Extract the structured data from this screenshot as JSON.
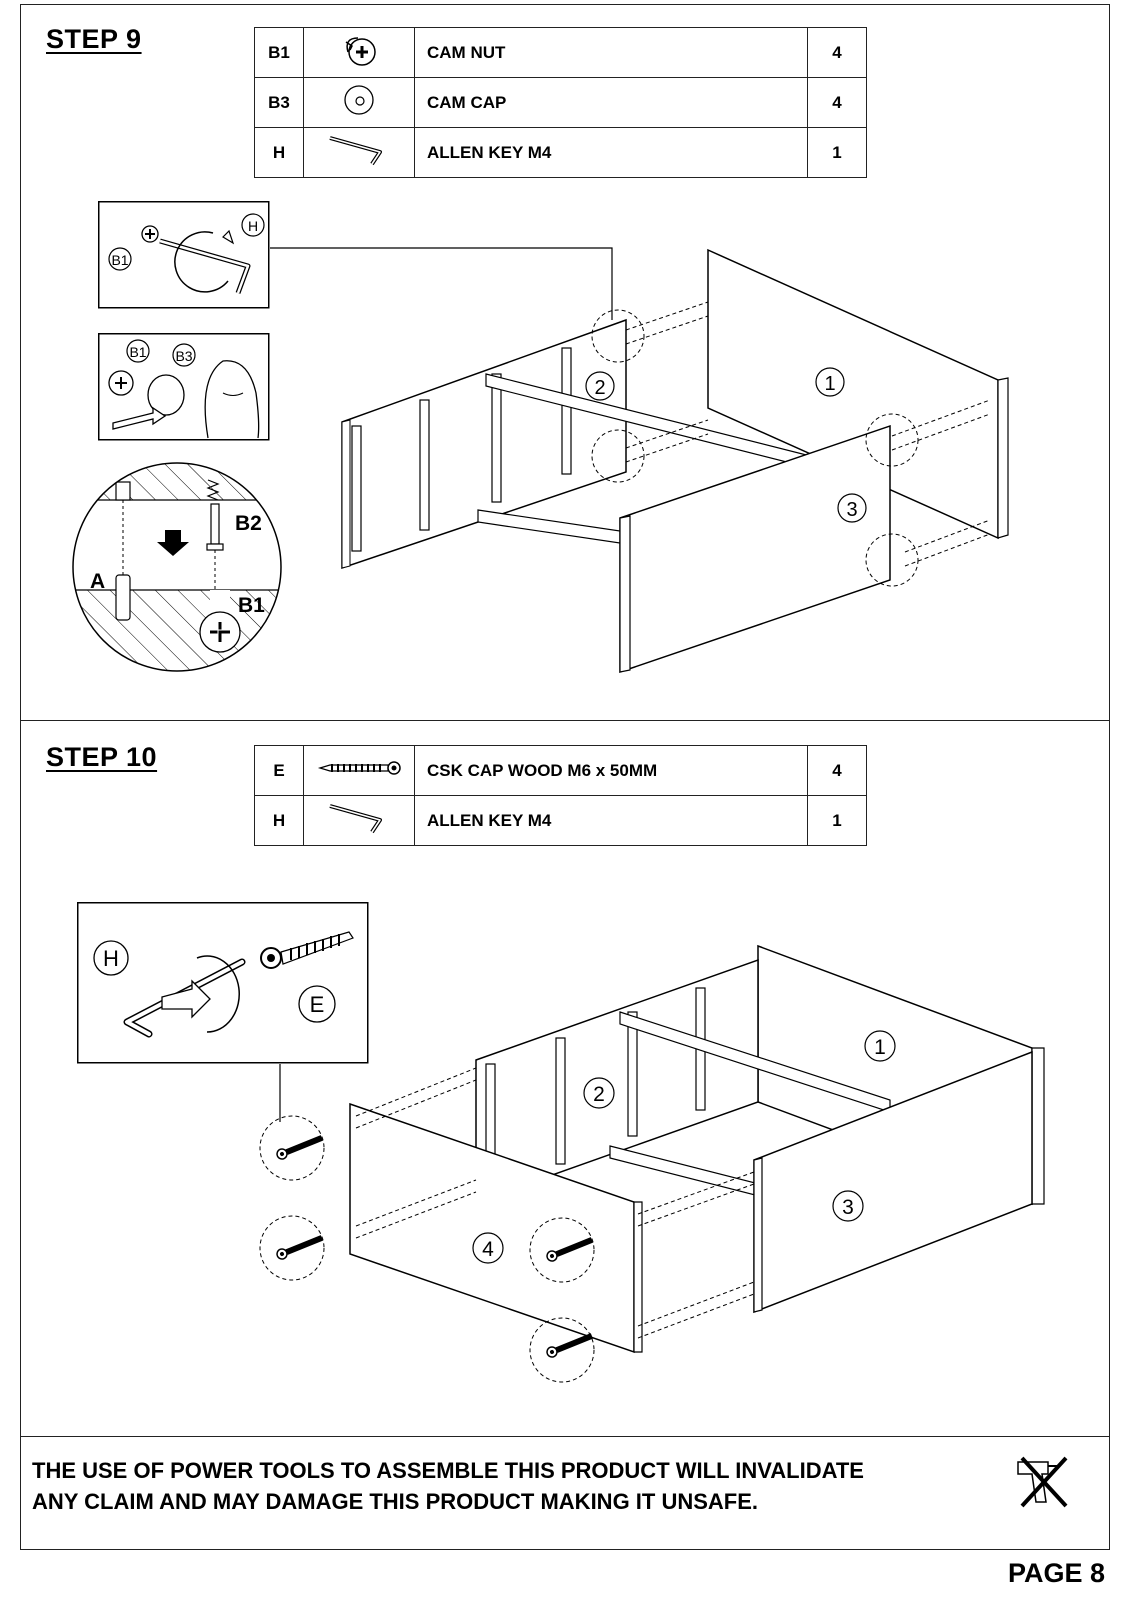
{
  "step9": {
    "title": "STEP 9",
    "parts": [
      {
        "code": "B1",
        "icon": "cam-nut-icon",
        "description": "CAM NUT",
        "qty": "4"
      },
      {
        "code": "B3",
        "icon": "cam-cap-icon",
        "description": "CAM CAP",
        "qty": "4"
      },
      {
        "code": "H",
        "icon": "allen-key-icon",
        "description": "ALLEN KEY M4",
        "qty": "1"
      }
    ],
    "inset_labels": {
      "b1": "B1",
      "h": "H",
      "b3": "B3",
      "a": "A",
      "b2": "B2",
      "b1_detail": "B1"
    },
    "panel_numbers": {
      "p1": "1",
      "p2": "2",
      "p3": "3"
    }
  },
  "step10": {
    "title": "STEP 10",
    "parts": [
      {
        "code": "E",
        "icon": "wood-screw-icon",
        "description": "CSK CAP WOOD M6 x 50MM",
        "qty": "4"
      },
      {
        "code": "H",
        "icon": "allen-key-icon",
        "description": "ALLEN KEY M4",
        "qty": "1"
      }
    ],
    "inset_labels": {
      "h": "H",
      "e": "E"
    },
    "panel_numbers": {
      "p1": "1",
      "p2": "2",
      "p3": "3",
      "p4": "4"
    }
  },
  "footer": {
    "warning_line1": "THE USE OF POWER TOOLS TO ASSEMBLE THIS PRODUCT WILL INVALIDATE",
    "warning_line2": "ANY CLAIM AND MAY DAMAGE THIS PRODUCT MAKING IT UNSAFE.",
    "warning_icon": "no-power-drill-icon",
    "page_number": "PAGE 8"
  }
}
